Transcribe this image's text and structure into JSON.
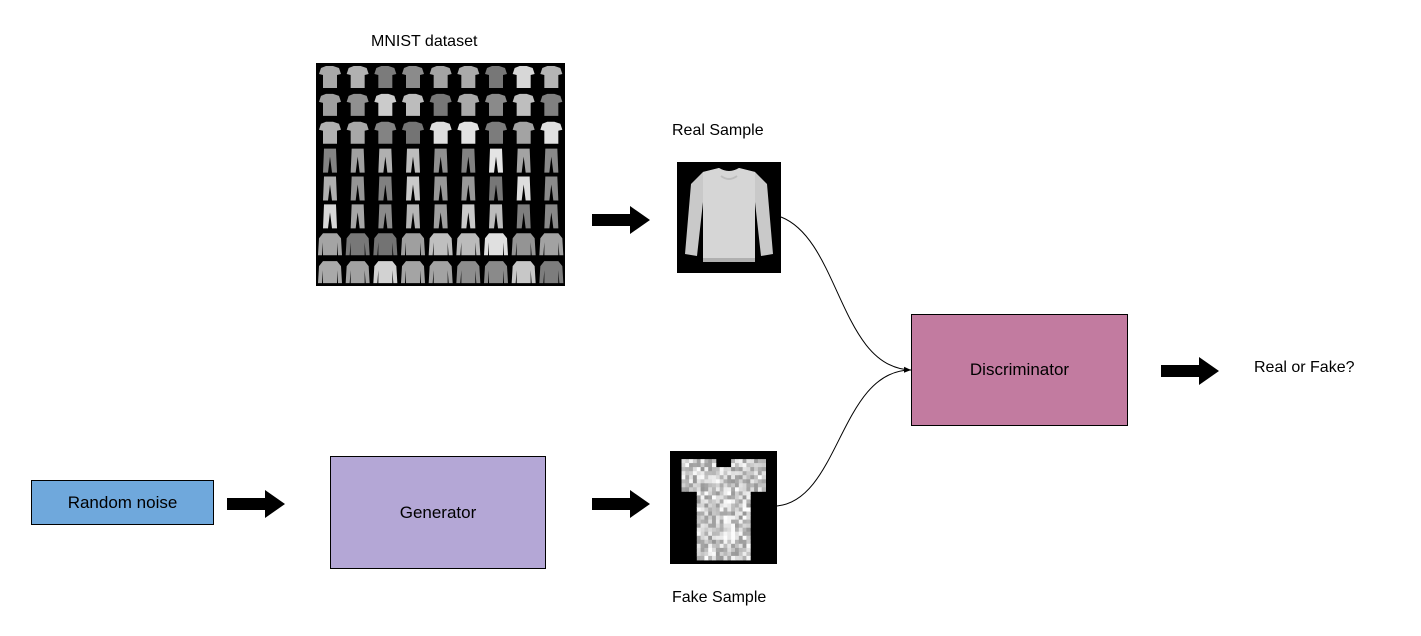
{
  "labels": {
    "dataset": "MNIST dataset",
    "real_sample": "Real Sample",
    "fake_sample": "Fake Sample",
    "output": "Real or Fake?"
  },
  "boxes": {
    "random_noise": "Random noise",
    "generator": "Generator",
    "discriminator": "Discriminator"
  },
  "colors": {
    "random_noise": "#6fa8dc",
    "generator": "#b4a7d6",
    "discriminator": "#c27ba0",
    "arrow": "#000000",
    "image_background": "#000000"
  },
  "icons": {
    "flow_arrow": "thick-right-arrow-icon",
    "dataset_image": "clothing-grid-image",
    "real_image": "long-sleeve-shirt-image",
    "fake_image": "t-shirt-image"
  }
}
